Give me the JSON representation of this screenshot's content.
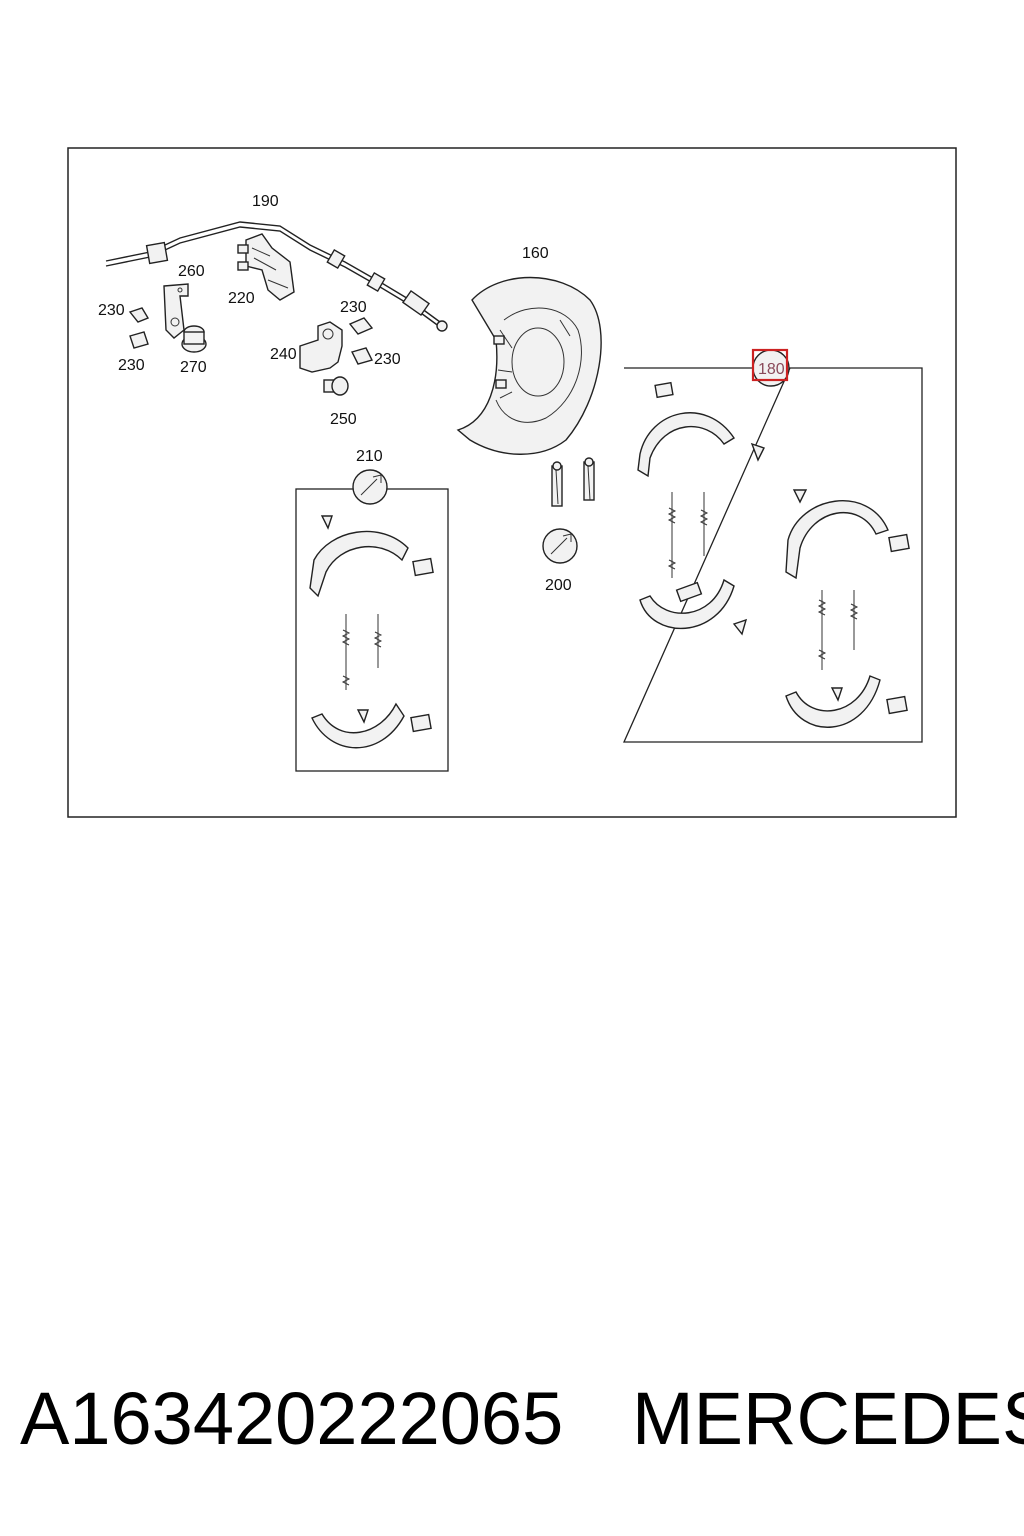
{
  "diagram": {
    "labels": {
      "l160": "160",
      "l180": "180",
      "l190": "190",
      "l200": "200",
      "l210": "210",
      "l220": "220",
      "l230a": "230",
      "l230b": "230",
      "l230c": "230",
      "l230d": "230",
      "l240": "240",
      "l250": "250",
      "l260": "260",
      "l270": "270"
    },
    "highlight_color": "#cc2222"
  },
  "caption": {
    "part_number": "A163420222065",
    "brand": "MERCEDES"
  }
}
